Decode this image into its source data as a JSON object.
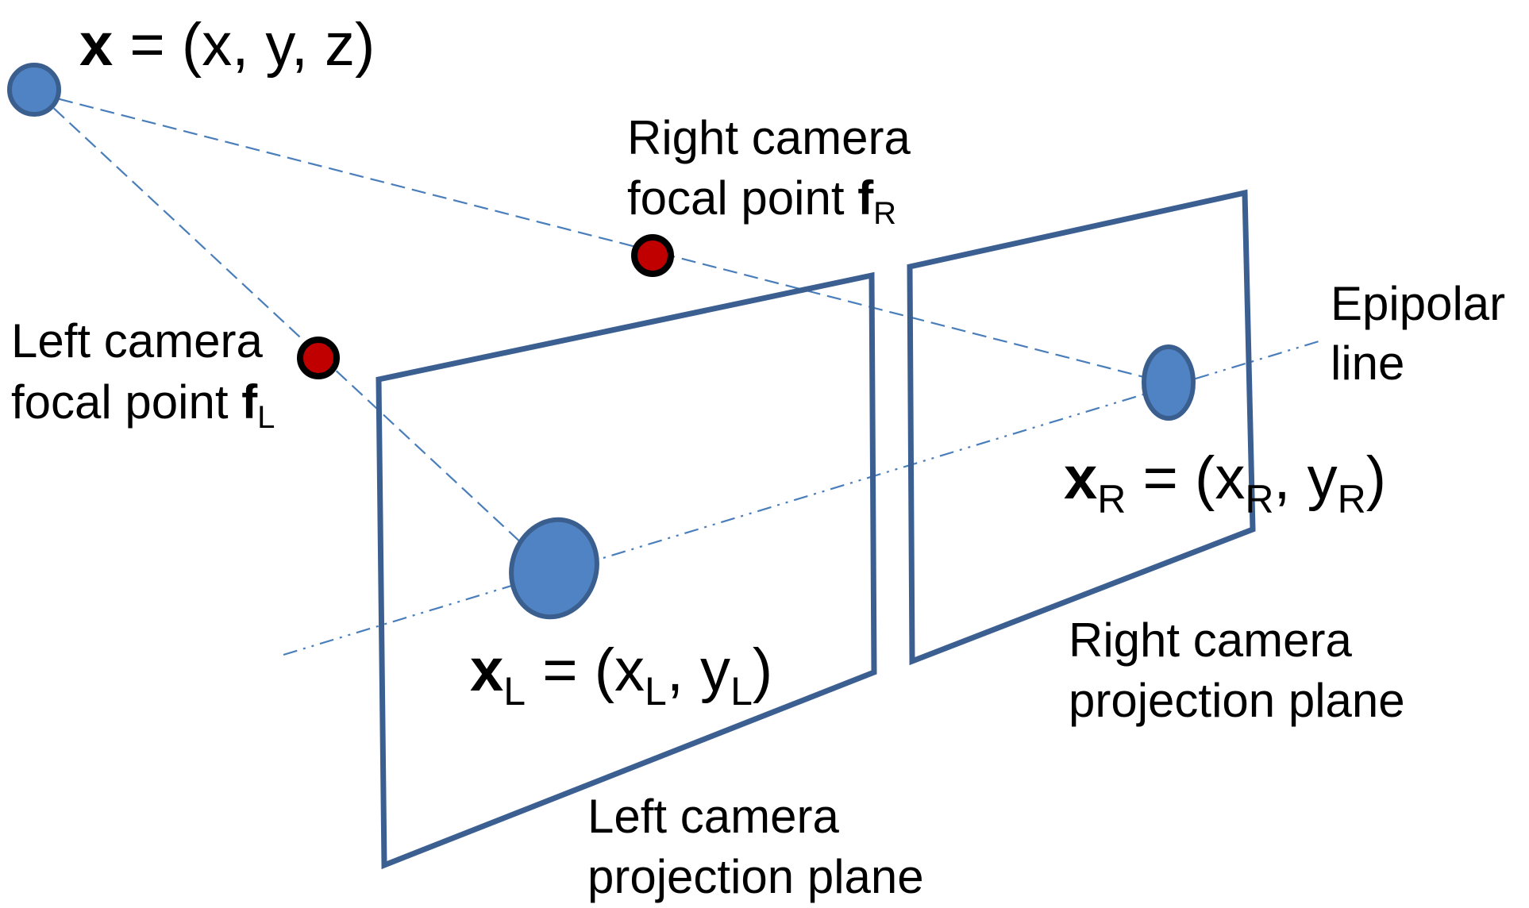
{
  "world_point": {
    "bold": "x",
    "rest": " = (x, y, z)"
  },
  "right_focal_label": {
    "line1": "Right camera",
    "line2": "focal point ",
    "bold": "f",
    "sub": "R"
  },
  "left_focal_label": {
    "line1": "Left camera",
    "line2": "focal point ",
    "bold": "f",
    "sub": "L"
  },
  "epipolar_label": {
    "line1": "Epipolar",
    "line2": "line"
  },
  "right_image_point": {
    "bold": "x",
    "sub": "R",
    "eq": " = (x",
    "sub2": "R",
    "mid": ", y",
    "sub3": "R",
    "close": ")"
  },
  "left_image_point": {
    "bold": "x",
    "sub": "L",
    "eq": " = (x",
    "sub2": "L",
    "mid": ", y",
    "sub3": "L",
    "close": ")"
  },
  "right_plane_label": {
    "line1": "Right camera",
    "line2": "projection plane"
  },
  "left_plane_label": {
    "line1": "Left camera",
    "line2": "projection plane"
  },
  "colors": {
    "plane_stroke": "#3C5F91",
    "ray_line": "#4A7EBB",
    "point_fill": "#5083C3",
    "focal_fill": "#C00000"
  }
}
